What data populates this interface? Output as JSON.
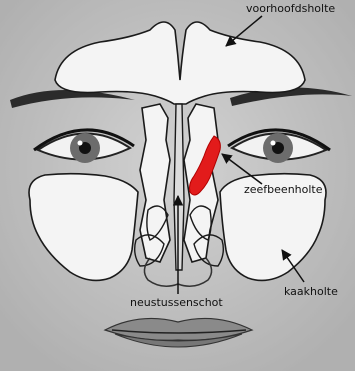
{
  "labels": {
    "frontal_sinus": "voorhoofdsholte",
    "ethmoid_sinus": "zeefbeenholte",
    "maxillary_sinus": "kaakholte",
    "nasal_septum": "neustussenschot"
  },
  "colors": {
    "background": "#c9c9c9",
    "sinus_fill": "#f4f4f4",
    "outline": "#1a1a1a",
    "highlight": "#e21b1b"
  },
  "icons": {
    "frontal_sinus": "arrow-up-left-icon",
    "ethmoid_sinus": "arrow-up-left-icon",
    "maxillary_sinus": "arrow-up-left-icon",
    "nasal_septum": "arrow-up-icon"
  }
}
